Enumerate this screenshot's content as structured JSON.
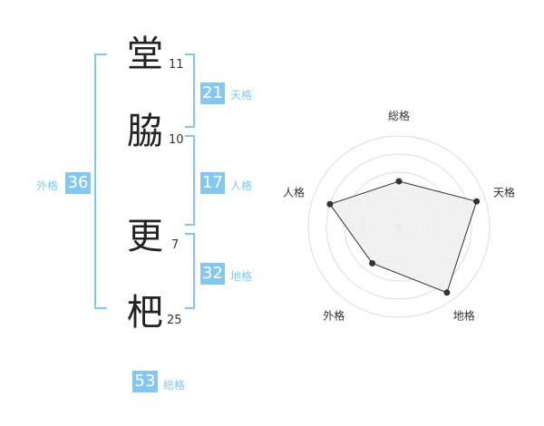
{
  "name": {
    "characters": [
      {
        "char": "堂",
        "strokes": "11"
      },
      {
        "char": "脇",
        "strokes": "10"
      },
      {
        "char": "更",
        "strokes": "7"
      },
      {
        "char": "杷",
        "strokes": "25"
      }
    ]
  },
  "fortunes": {
    "tenkaku": {
      "value": "21",
      "label": "天格"
    },
    "jinkaku": {
      "value": "17",
      "label": "人格"
    },
    "chikaku": {
      "value": "32",
      "label": "地格"
    },
    "gaikaku": {
      "value": "36",
      "label": "外格"
    },
    "soukaku": {
      "value": "53",
      "label": "総格"
    }
  },
  "chart_data": {
    "type": "radar",
    "axes": [
      "総格",
      "天格",
      "地格",
      "外格",
      "人格"
    ],
    "values": [
      2.5,
      4.5,
      4.5,
      2.5,
      4.0
    ],
    "rmax": 5,
    "rings": 5,
    "line_color": "#333333",
    "fill_color": "#eeeeee"
  },
  "colors": {
    "accent": "#84c8f0"
  }
}
